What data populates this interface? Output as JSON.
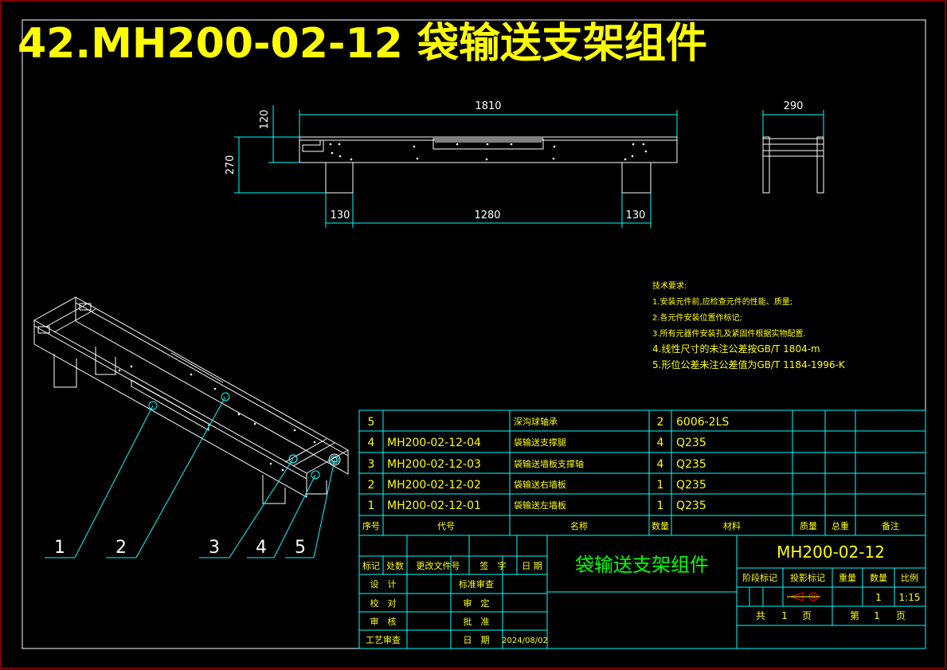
{
  "header": {
    "title": "42.MH200-02-12 袋输送支架组件"
  },
  "dimensions": {
    "front_length": "1810",
    "front_height_top": "120",
    "front_height_total": "270",
    "leg_left": "130",
    "leg_span": "1280",
    "leg_right": "130",
    "side_width": "290"
  },
  "tech_requirements": {
    "heading": "技术要求:",
    "items": [
      "1.安装元件前,应检查元件的性能、质量;",
      "2.各元件安装位置作标记;",
      "3.所有元器件安装孔及紧固件根据实物配置.",
      "4.线性尺寸的未注公差按GB/T 1804-m",
      "5.形位公差未注公差值为GB/T 1184-1996-K"
    ]
  },
  "callouts": [
    "1",
    "2",
    "3",
    "4",
    "5"
  ],
  "bom": {
    "rows": [
      {
        "no": "5",
        "code": "",
        "name": "深沟球轴承",
        "qty": "2",
        "material": "6006-2LS"
      },
      {
        "no": "4",
        "code": "MH200-02-12-04",
        "name": "袋输送支撑腿",
        "qty": "4",
        "material": "Q235"
      },
      {
        "no": "3",
        "code": "MH200-02-12-03",
        "name": "袋输送墙板支撑轴",
        "qty": "4",
        "material": "Q235"
      },
      {
        "no": "2",
        "code": "MH200-02-12-02",
        "name": "袋输送右墙板",
        "qty": "1",
        "material": "Q235"
      },
      {
        "no": "1",
        "code": "MH200-02-12-01",
        "name": "袋输送左墙板",
        "qty": "1",
        "material": "Q235"
      }
    ],
    "headers": {
      "no": "序号",
      "code": "代号",
      "name": "名称",
      "qty": "数量",
      "material": "材料",
      "weight": "质量",
      "total": "总重",
      "remark": "备注"
    }
  },
  "titleblock": {
    "drawing_name": "袋输送支架组件",
    "drawing_code": "MH200-02-12",
    "rev_headers": [
      "标记",
      "处数",
      "更改文件号",
      "签　字",
      "日 期"
    ],
    "sign_rows": [
      "设　计",
      "校　对",
      "审　核",
      "工艺审查"
    ],
    "sign_rows_right": [
      "标准审查",
      "审　定",
      "批　准",
      "日　期"
    ],
    "date": "2024/08/02",
    "stage_headers": [
      "阶段标记",
      "投影标记",
      "重量",
      "数量",
      "比例"
    ],
    "quantity": "1",
    "scale": "1:15",
    "total_label": "共",
    "total_pages": "1",
    "page_unit_1": "页",
    "sheet_label": "第",
    "sheet_no": "1",
    "page_unit_2": "页"
  },
  "colors": {
    "background": "#000000",
    "geometry": "#ffffff",
    "dimension": "#00ffff",
    "title": "#ffff00",
    "annotation": "#ffff00",
    "table_line": "#00ffff",
    "table_text": "#ffff00",
    "frame": "#ff0000"
  }
}
